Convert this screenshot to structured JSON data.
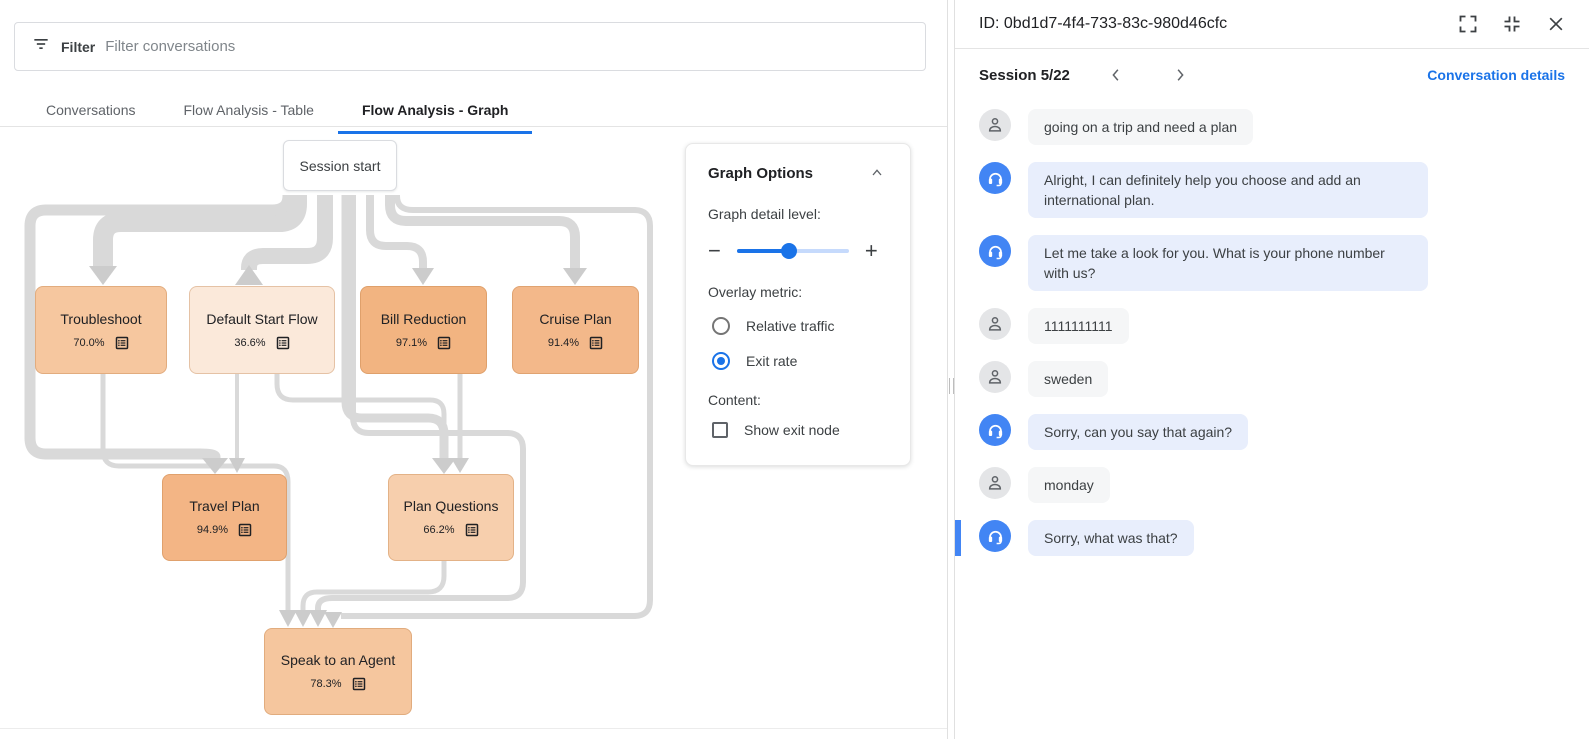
{
  "filter_bar": {
    "label": "Filter",
    "placeholder": "Filter conversations"
  },
  "tabs": [
    {
      "label": "Conversations",
      "active": false
    },
    {
      "label": "Flow Analysis - Table",
      "active": false
    },
    {
      "label": "Flow Analysis - Graph",
      "active": true
    }
  ],
  "graph": {
    "start_node_label": "Session start",
    "overlay_metric_shown": "Exit rate",
    "nodes": [
      {
        "id": "troubleshoot",
        "label": "Troubleshoot",
        "exit_rate": "70.0%",
        "color": "#f6c79f"
      },
      {
        "id": "default-start-flow",
        "label": "Default Start Flow",
        "exit_rate": "36.6%",
        "color": "#fbe9da"
      },
      {
        "id": "bill-reduction",
        "label": "Bill Reduction",
        "exit_rate": "97.1%",
        "color": "#f2b481"
      },
      {
        "id": "cruise-plan",
        "label": "Cruise Plan",
        "exit_rate": "91.4%",
        "color": "#f3b88a"
      },
      {
        "id": "travel-plan",
        "label": "Travel Plan",
        "exit_rate": "94.9%",
        "color": "#f3b585"
      },
      {
        "id": "plan-questions",
        "label": "Plan Questions",
        "exit_rate": "66.2%",
        "color": "#f7cfad"
      },
      {
        "id": "speak-to-an-agent",
        "label": "Speak to an Agent",
        "exit_rate": "78.3%",
        "color": "#f5c69e"
      }
    ],
    "edges": [
      {
        "from": "Session start",
        "to": "Troubleshoot"
      },
      {
        "from": "Session start",
        "to": "Default Start Flow"
      },
      {
        "from": "Session start",
        "to": "Bill Reduction"
      },
      {
        "from": "Session start",
        "to": "Cruise Plan"
      },
      {
        "from": "Session start",
        "to": "Travel Plan"
      },
      {
        "from": "Session start",
        "to": "Plan Questions"
      },
      {
        "from": "Session start",
        "to": "Speak to an Agent"
      },
      {
        "from": "Troubleshoot",
        "to": "Speak to an Agent"
      },
      {
        "from": "Default Start Flow",
        "to": "Travel Plan"
      },
      {
        "from": "Default Start Flow",
        "to": "Plan Questions"
      },
      {
        "from": "Bill Reduction",
        "to": "Plan Questions"
      },
      {
        "from": "Plan Questions",
        "to": "Speak to an Agent"
      },
      {
        "from": "Cruise Plan",
        "to": "Speak to an Agent"
      }
    ]
  },
  "graph_options": {
    "title": "Graph Options",
    "detail_label": "Graph detail level:",
    "overlay_label": "Overlay metric:",
    "radios": [
      {
        "label": "Relative traffic",
        "selected": false
      },
      {
        "label": "Exit rate",
        "selected": true
      }
    ],
    "content_label": "Content:",
    "checkbox_label": "Show exit node",
    "checkbox_checked": false,
    "accent_color": "#1a73e8"
  },
  "detail_panel": {
    "id_label": "ID: 0bd1d7-4f4-733-83c-980d46cfc",
    "session_label": "Session 5/22",
    "details_link": "Conversation details",
    "highlight_color": "#4285f4",
    "messages": [
      {
        "role": "user",
        "text": "going on a trip and need a plan"
      },
      {
        "role": "agent",
        "text": "Alright, I can definitely help you choose and add an international plan."
      },
      {
        "role": "agent",
        "text": "Let me take a look for you. What is your phone number with us?"
      },
      {
        "role": "user",
        "text": "1111111111"
      },
      {
        "role": "user",
        "text": "sweden"
      },
      {
        "role": "agent",
        "text": "Sorry, can you say that again?"
      },
      {
        "role": "user",
        "text": "monday"
      },
      {
        "role": "agent",
        "text": "Sorry, what was that?",
        "highlighted": true
      }
    ]
  }
}
